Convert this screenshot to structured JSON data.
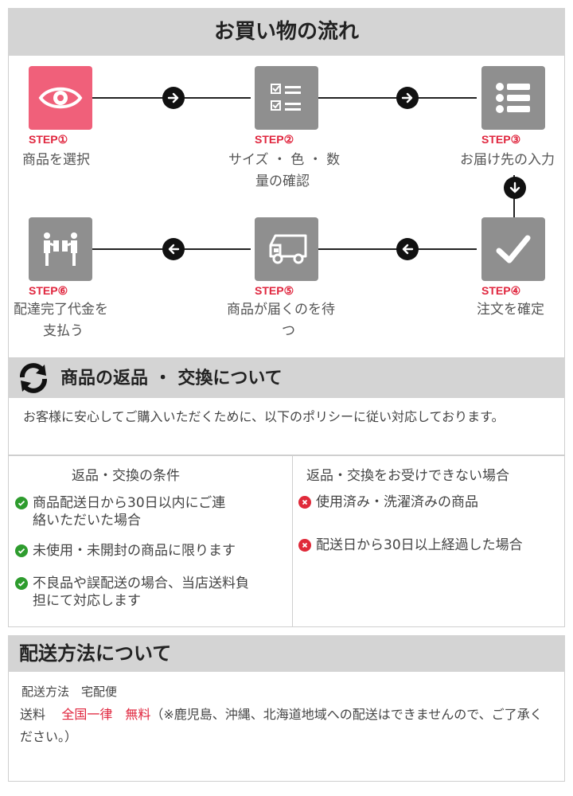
{
  "flow": {
    "title": "お買い物の流れ",
    "steps": [
      {
        "label": "STEP①",
        "text1": "商品を選択",
        "text2": "",
        "icon": "eye-icon"
      },
      {
        "label": "STEP②",
        "text1": "サイズ ・ 色 ・ 数",
        "text2": "量の確認",
        "icon": "checklist-icon"
      },
      {
        "label": "STEP③",
        "text1": "お届け先の入力",
        "text2": "",
        "icon": "list-icon"
      },
      {
        "label": "STEP④",
        "text1": "注文を確定",
        "text2": "",
        "icon": "checkmark-icon"
      },
      {
        "label": "STEP⑤",
        "text1": "商品が届くのを待",
        "text2": "つ",
        "icon": "truck-icon"
      },
      {
        "label": "STEP⑥",
        "text1": "配達完了代金を",
        "text2": "支払う",
        "icon": "delivery-people-icon"
      }
    ],
    "active_color": "#f0607a",
    "icon_color": "#8f8f8f"
  },
  "returns": {
    "title": "商品の返品 ・ 交換について",
    "icon": "refresh-icon",
    "intro": "お客様に安心してご購入いただくために、以下のポリシーに従い対応しております。",
    "conditions_title": "返品・交換の条件",
    "conditions": [
      {
        "line1": "商品配送日から30日以内にご連",
        "line2": "絡いただいた場合"
      },
      {
        "line1": "未使用・未開封の商品に限ります",
        "line2": ""
      },
      {
        "line1": "不良品や誤配送の場合、当店送料負",
        "line2": "担にて対応します"
      }
    ],
    "exclusions_title": "返品・交換をお受けできない場合",
    "exclusions": [
      "使用済み・洗濯済みの商品",
      "配送日から30日以上経過した場合"
    ]
  },
  "shipping": {
    "title": "配送方法について",
    "method": "配送方法　宅配便",
    "fee_label": "送料",
    "fee_free": "全国一律　無料",
    "fee_note": "（※鹿児島、沖縄、北海道地域への配送はできませんので、ご了承ください。）"
  }
}
